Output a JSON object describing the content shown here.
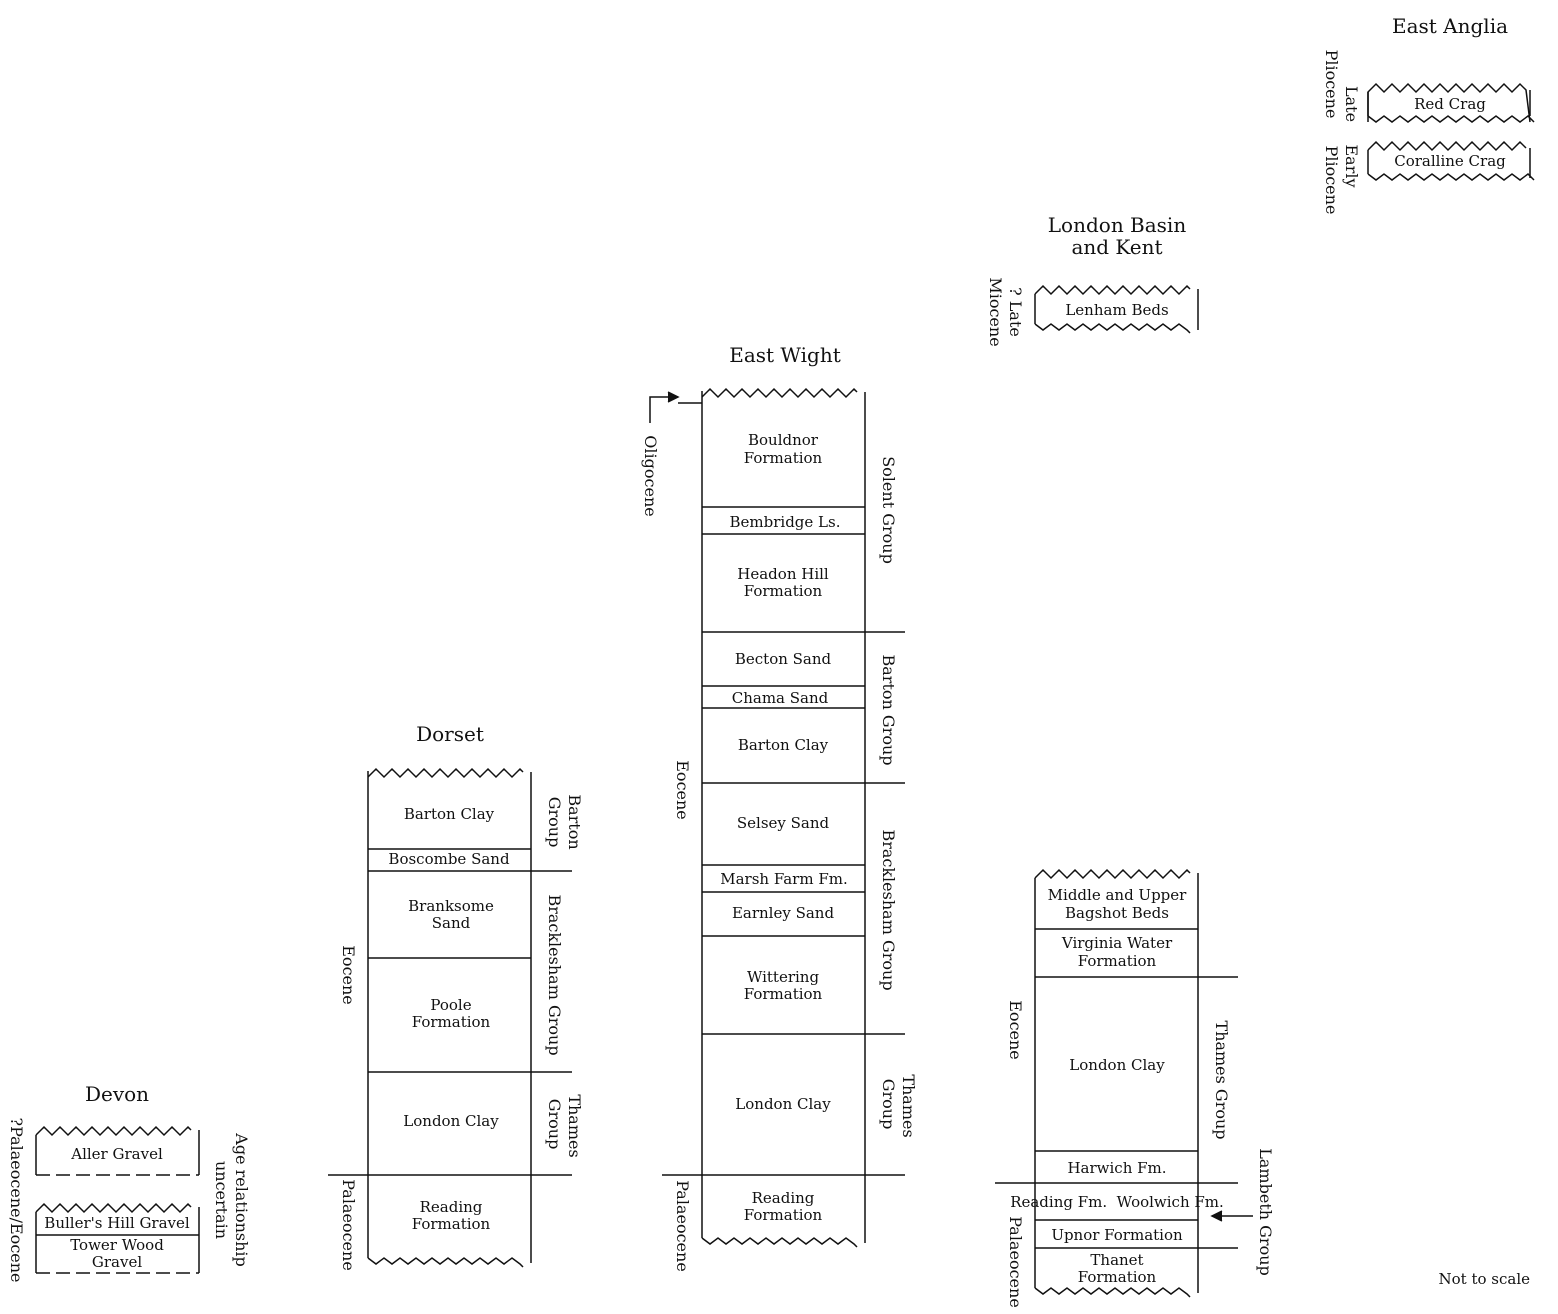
{
  "note": "Not to scale",
  "columns": {
    "east_anglia": {
      "title": "East Anglia",
      "units": [
        "Red Crag",
        "Coralline Crag"
      ],
      "ages": [
        [
          "Late",
          "Pliocene"
        ],
        [
          "Early",
          "Pliocene"
        ]
      ]
    },
    "london": {
      "title_line1": "London Basin",
      "title_line2": "and Kent",
      "top_unit": "Lenham Beds",
      "top_age": [
        "? Late",
        "Miocene"
      ],
      "units": [
        [
          "Middle and Upper",
          "Bagshot Beds"
        ],
        [
          "Virginia Water",
          "Formation"
        ],
        [
          "London Clay"
        ],
        [
          "Harwich Fm."
        ],
        [
          "Reading Fm.  Woolwich Fm."
        ],
        [
          "Upnor Formation"
        ],
        [
          "Thanet",
          "Formation"
        ]
      ],
      "groups": [
        "Thames Group",
        "Lambeth Group"
      ],
      "ages": [
        "Eocene",
        "Palaeocene"
      ]
    },
    "east_wight": {
      "title": "East Wight",
      "units": [
        [
          "Bouldnor",
          "Formation"
        ],
        [
          "Bembridge Ls."
        ],
        [
          "Headon Hill",
          "Formation"
        ],
        [
          "Becton Sand"
        ],
        [
          "Chama Sand"
        ],
        [
          "Barton Clay"
        ],
        [
          "Selsey Sand"
        ],
        [
          "Marsh Farm Fm."
        ],
        [
          "Earnley Sand"
        ],
        [
          "Wittering",
          "Formation"
        ],
        [
          "London Clay"
        ],
        [
          "Reading",
          "Formation"
        ]
      ],
      "groups": [
        [
          "Solent Group"
        ],
        [
          "Barton Group"
        ],
        [
          "Bracklesham Group"
        ],
        [
          "Thames",
          "Group"
        ]
      ],
      "ages": [
        "Oligocene",
        "Eocene",
        "Palaeocene"
      ]
    },
    "dorset": {
      "title": "Dorset",
      "units": [
        [
          "Barton Clay"
        ],
        [
          "Boscombe Sand"
        ],
        [
          "Branksome",
          "Sand"
        ],
        [
          "Poole",
          "Formation"
        ],
        [
          "London Clay"
        ],
        [
          "Reading",
          "Formation"
        ]
      ],
      "groups": [
        [
          "Barton",
          "Group"
        ],
        [
          "Bracklesham Group"
        ],
        [
          "Thames",
          "Group"
        ]
      ],
      "ages": [
        "Eocene",
        "Palaeocene"
      ]
    },
    "devon": {
      "title": "Devon",
      "units": [
        [
          "Aller Gravel"
        ],
        [
          "Buller's Hill Gravel"
        ],
        [
          "Tower Wood",
          "Gravel"
        ]
      ],
      "age": "?Palaeocene/Eocene",
      "note": [
        "Age relationship",
        "uncertain"
      ]
    }
  }
}
